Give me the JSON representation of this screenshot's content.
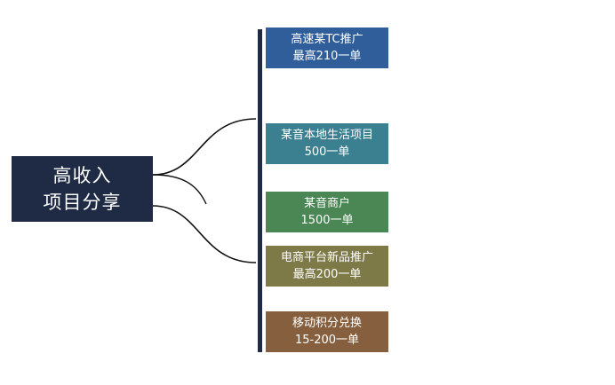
{
  "root": {
    "line1": "高收入",
    "line2": "项目分享"
  },
  "branches": [
    {
      "line1": "高速某TC推广",
      "line2": "最高210一单",
      "color": "#2f5e9a"
    },
    {
      "line1": "某音本地生活项目",
      "line2": "500一单",
      "color": "#3a8090"
    },
    {
      "line1": "某音商户",
      "line2": "1500一单",
      "color": "#4a8754"
    },
    {
      "line1": "电商平台新品推广",
      "line2": "最高200一单",
      "color": "#7e7a48"
    },
    {
      "line1": "移动积分兑换",
      "line2": "15-200一单",
      "color": "#86603e"
    }
  ],
  "colors": {
    "root_bg": "#1f2a44",
    "spine": "#1f2a44",
    "connector": "#111111"
  }
}
